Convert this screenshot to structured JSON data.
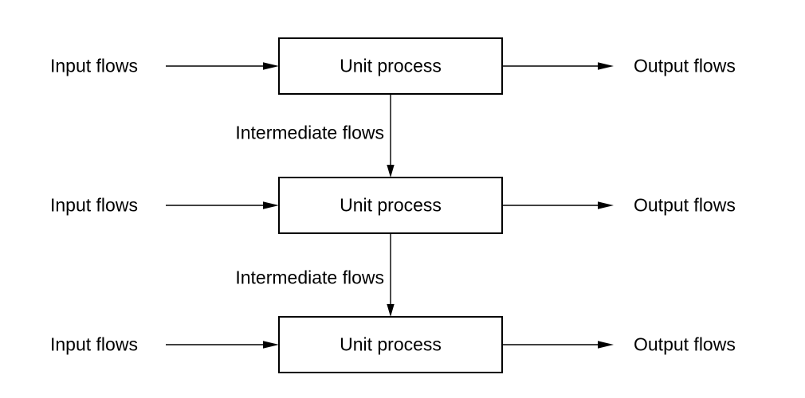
{
  "diagram": {
    "colors": {
      "background": "#ffffff",
      "stroke": "#000000",
      "text": "#000000"
    },
    "rows": [
      {
        "input": "Input flows",
        "process": "Unit process",
        "output": "Output flows"
      },
      {
        "input": "Input flows",
        "process": "Unit process",
        "output": "Output flows"
      },
      {
        "input": "Input flows",
        "process": "Unit process",
        "output": "Output flows"
      }
    ],
    "connectors": [
      {
        "label": "Intermediate flows"
      },
      {
        "label": "Intermediate flows"
      }
    ]
  }
}
